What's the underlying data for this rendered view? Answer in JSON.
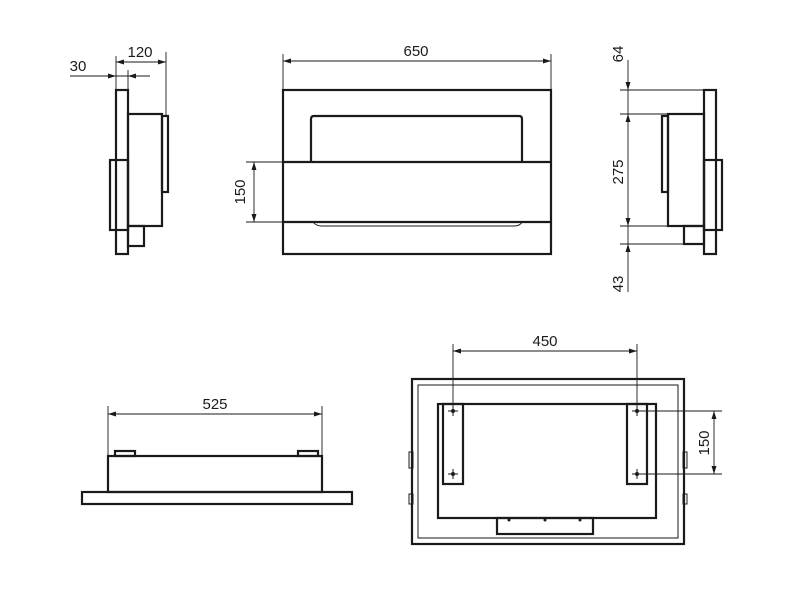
{
  "dimensions": {
    "side_left_depth": "30",
    "side_left_width": "120",
    "front_width": "650",
    "front_height": "150",
    "side_right_top": "64",
    "side_right_middle": "275",
    "side_right_bottom": "43",
    "top_view_width": "525",
    "back_bracket_spacing": "450",
    "back_hole_spacing": "150"
  },
  "colors": {
    "line": "#1a1a1a",
    "background": "#ffffff"
  }
}
